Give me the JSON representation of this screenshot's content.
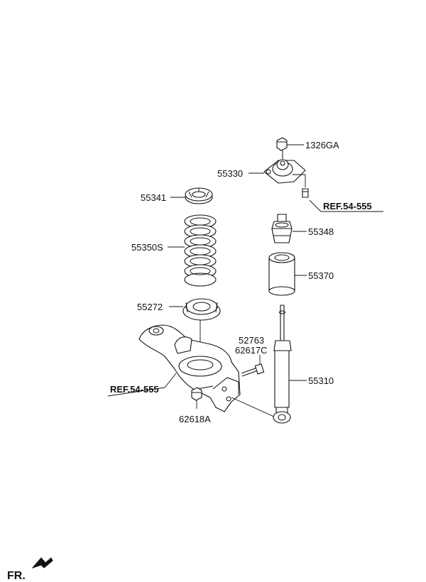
{
  "labels": {
    "p1326ga": "1326GA",
    "p55330": "55330",
    "ref_top": "REF.54-555",
    "p55341": "55341",
    "p55348": "55348",
    "p55350s": "55350S",
    "p55370": "55370",
    "p55272": "55272",
    "p52763": "52763",
    "p62617c": "62617C",
    "ref_left": "REF.54-555",
    "p55310": "55310",
    "p62618a": "62618A",
    "fr": "FR."
  },
  "icons": [
    "fr-arrow-icon"
  ]
}
